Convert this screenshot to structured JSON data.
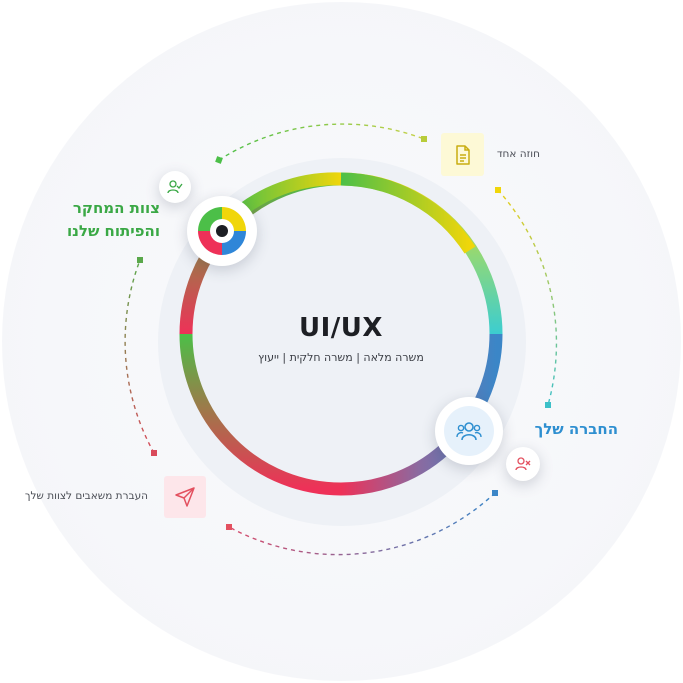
{
  "center": {
    "title": "UI/UX",
    "subtitle": "משרה מלאה | משרה חלקית | ייעוץ"
  },
  "nodes": {
    "research_team": {
      "label": "צוות המחקר והפיתוח שלנו",
      "color": "#3aa845",
      "icon": "logo-color-wheel"
    },
    "your_company": {
      "label": "החברה שלך",
      "color": "#2e8fd0",
      "icon": "users-icon"
    },
    "contract": {
      "label": "חוזה אחד",
      "icon": "document-icon",
      "color": "#d8c21a"
    },
    "transfer": {
      "label": "העברת משאבים לצוות שלך",
      "icon": "send-icon",
      "color": "#e3505f"
    },
    "user_check": {
      "icon": "user-check-icon",
      "color": "#3aa845"
    },
    "user_remove": {
      "icon": "user-x-icon",
      "color": "#e3505f"
    }
  },
  "colors": {
    "ring_green": "#4cbf48",
    "ring_yellow": "#f0d60a",
    "ring_teal": "#3ccdd0",
    "ring_blue": "#3b86c7",
    "ring_red": "#ee3158"
  }
}
